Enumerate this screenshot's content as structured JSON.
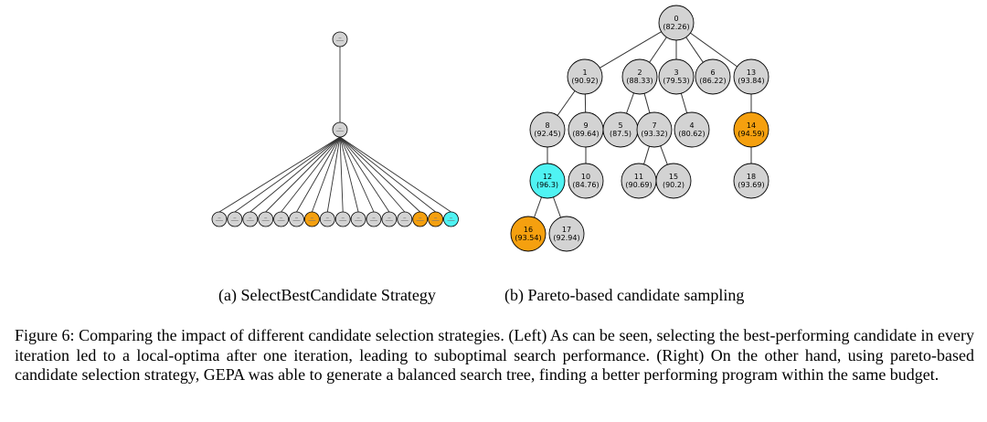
{
  "figure": {
    "subcaption_a": "(a) SelectBestCandidate Strategy",
    "subcaption_b": "(b) Pareto-based candidate sampling",
    "caption": "Figure 6: Comparing the impact of different candidate selection strategies. (Left) As can be seen, selecting the best-performing candidate in every iteration led to a local-optima after one iteration, leading to suboptimal search performance. (Right) On the other hand, using pareto-based candidate selection strategy, GEPA was able to generate a balanced search tree, finding a better performing program within the same budget."
  },
  "colors": {
    "default": "#d3d3d3",
    "orange": "#f5a00f",
    "cyan": "#4ff3f3",
    "edge": "#333333"
  },
  "tree_a": {
    "note": "labels too small to read in source",
    "root": {
      "fill": "default"
    },
    "middle": {
      "fill": "default"
    },
    "leaves": [
      {
        "fill": "default"
      },
      {
        "fill": "default"
      },
      {
        "fill": "default"
      },
      {
        "fill": "default"
      },
      {
        "fill": "default"
      },
      {
        "fill": "default"
      },
      {
        "fill": "orange"
      },
      {
        "fill": "default"
      },
      {
        "fill": "default"
      },
      {
        "fill": "default"
      },
      {
        "fill": "default"
      },
      {
        "fill": "default"
      },
      {
        "fill": "default"
      },
      {
        "fill": "orange"
      },
      {
        "fill": "orange"
      },
      {
        "fill": "cyan"
      }
    ]
  },
  "tree_b": {
    "nodes": [
      {
        "id": "0",
        "score": "(82.26)",
        "fill": "default",
        "parent": null
      },
      {
        "id": "1",
        "score": "(90.92)",
        "fill": "default",
        "parent": "0"
      },
      {
        "id": "2",
        "score": "(88.33)",
        "fill": "default",
        "parent": "0"
      },
      {
        "id": "3",
        "score": "(79.53)",
        "fill": "default",
        "parent": "0"
      },
      {
        "id": "6",
        "score": "(86.22)",
        "fill": "default",
        "parent": "0"
      },
      {
        "id": "13",
        "score": "(93.84)",
        "fill": "default",
        "parent": "0"
      },
      {
        "id": "8",
        "score": "(92.45)",
        "fill": "default",
        "parent": "1"
      },
      {
        "id": "9",
        "score": "(89.64)",
        "fill": "default",
        "parent": "1"
      },
      {
        "id": "5",
        "score": "(87.5)",
        "fill": "default",
        "parent": "2"
      },
      {
        "id": "7",
        "score": "(93.32)",
        "fill": "default",
        "parent": "2"
      },
      {
        "id": "4",
        "score": "(80.62)",
        "fill": "default",
        "parent": "3"
      },
      {
        "id": "14",
        "score": "(94.59)",
        "fill": "orange",
        "parent": "13"
      },
      {
        "id": "12",
        "score": "(96.3)",
        "fill": "cyan",
        "parent": "8"
      },
      {
        "id": "10",
        "score": "(84.76)",
        "fill": "default",
        "parent": "9"
      },
      {
        "id": "11",
        "score": "(90.69)",
        "fill": "default",
        "parent": "7"
      },
      {
        "id": "15",
        "score": "(90.2)",
        "fill": "default",
        "parent": "7"
      },
      {
        "id": "18",
        "score": "(93.69)",
        "fill": "default",
        "parent": "14"
      },
      {
        "id": "16",
        "score": "(93.54)",
        "fill": "orange",
        "parent": "12"
      },
      {
        "id": "17",
        "score": "(92.94)",
        "fill": "default",
        "parent": "12"
      }
    ]
  }
}
